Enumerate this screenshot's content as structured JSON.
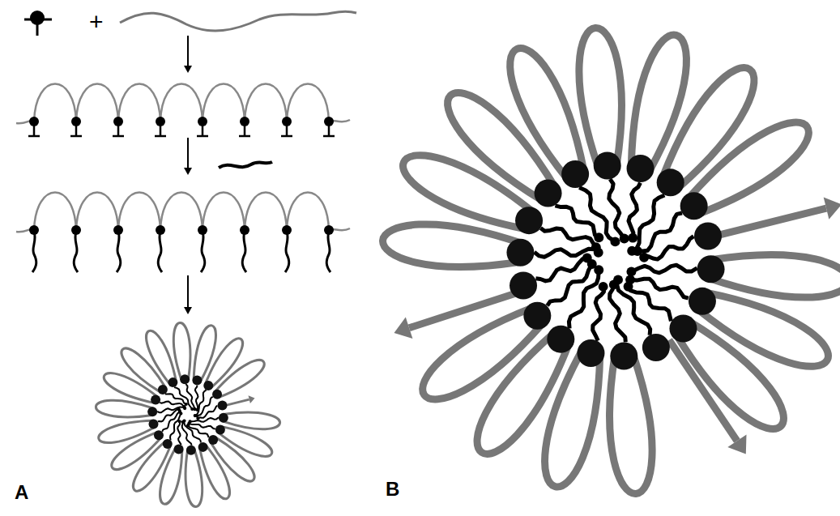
{
  "diagram": {
    "labels": [
      "+",
      "A",
      "B"
    ]
  }
}
